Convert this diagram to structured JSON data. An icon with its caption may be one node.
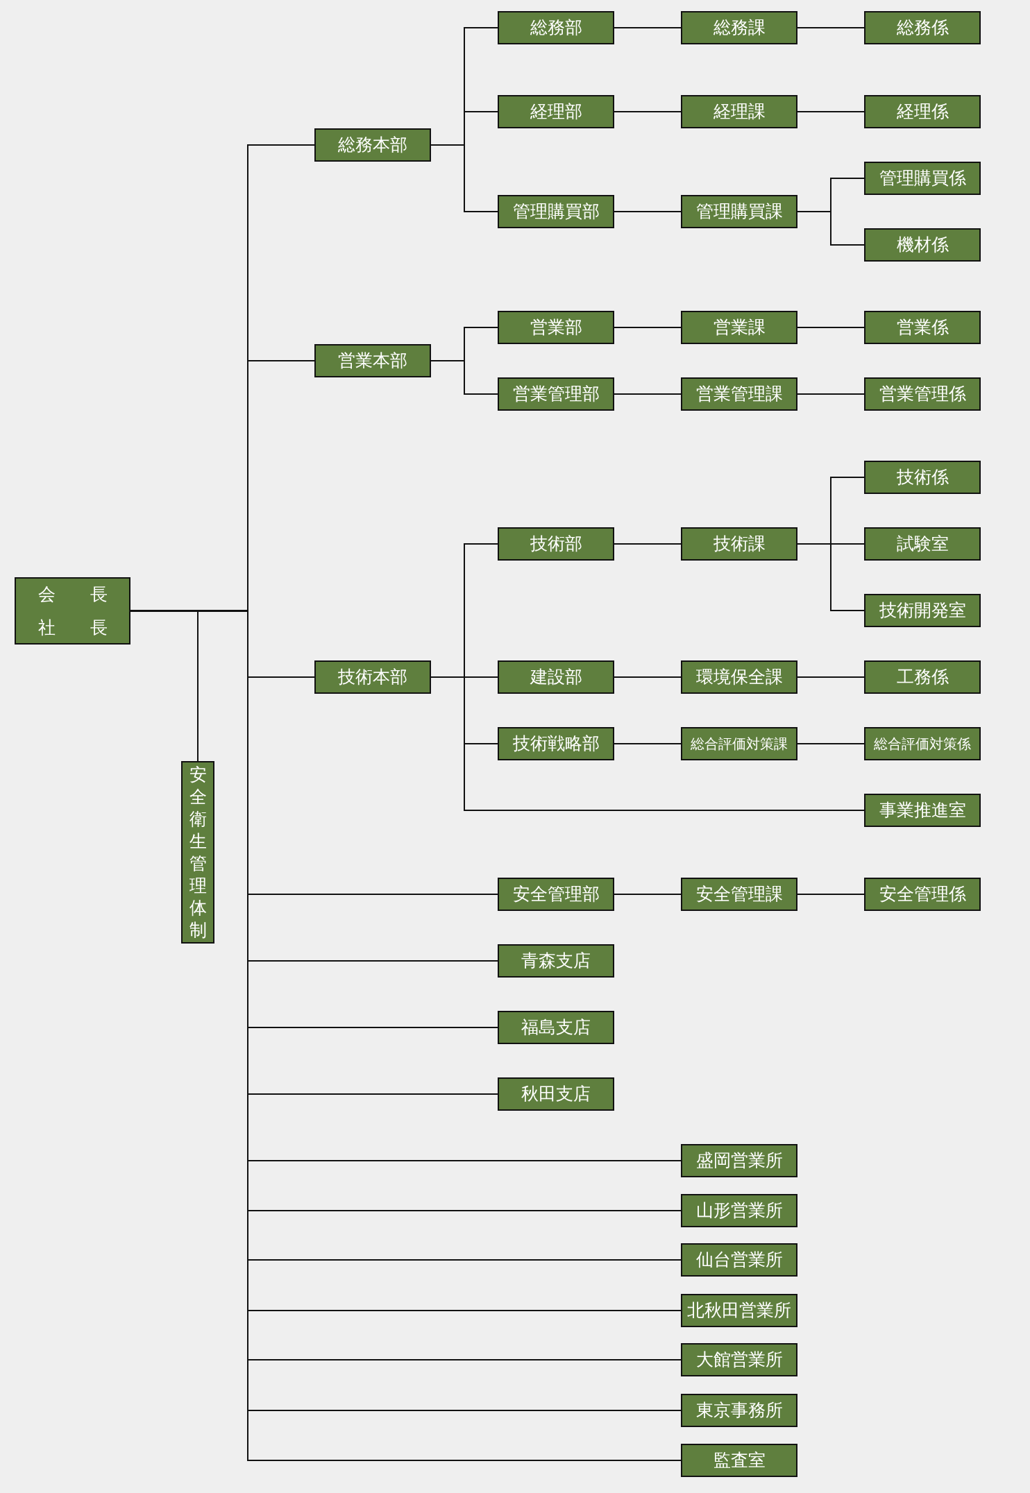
{
  "diagram": {
    "nodes": [
      {
        "text": [
          "会長",
          "社長"
        ]
      },
      {
        "text": [
          "安全衛生管理体制"
        ]
      },
      {
        "text": [
          "総務本部"
        ]
      },
      {
        "text": [
          "総務部"
        ]
      },
      {
        "text": [
          "総務課"
        ]
      },
      {
        "text": [
          "総務係"
        ]
      },
      {
        "text": [
          "経理部"
        ]
      },
      {
        "text": [
          "経理課"
        ]
      },
      {
        "text": [
          "経理係"
        ]
      },
      {
        "text": [
          "管理購買部"
        ]
      },
      {
        "text": [
          "管理購買課"
        ]
      },
      {
        "text": [
          "管理購買係"
        ]
      },
      {
        "text": [
          "機材係"
        ]
      },
      {
        "text": [
          "営業本部"
        ]
      },
      {
        "text": [
          "営業部"
        ]
      },
      {
        "text": [
          "営業課"
        ]
      },
      {
        "text": [
          "営業係"
        ]
      },
      {
        "text": [
          "営業管理部"
        ]
      },
      {
        "text": [
          "営業管理課"
        ]
      },
      {
        "text": [
          "営業管理係"
        ]
      },
      {
        "text": [
          "技術本部"
        ]
      },
      {
        "text": [
          "技術部"
        ]
      },
      {
        "text": [
          "技術課"
        ]
      },
      {
        "text": [
          "技術係"
        ]
      },
      {
        "text": [
          "試験室"
        ]
      },
      {
        "text": [
          "技術開発室"
        ]
      },
      {
        "text": [
          "建設部"
        ]
      },
      {
        "text": [
          "環境保全課"
        ]
      },
      {
        "text": [
          "工務係"
        ]
      },
      {
        "text": [
          "技術戦略部"
        ]
      },
      {
        "text": [
          "総合評価対策課"
        ]
      },
      {
        "text": [
          "総合評価対策係"
        ]
      },
      {
        "text": [
          "事業推進室"
        ]
      },
      {
        "text": [
          "安全管理部"
        ]
      },
      {
        "text": [
          "安全管理課"
        ]
      },
      {
        "text": [
          "安全管理係"
        ]
      },
      {
        "text": [
          "青森支店"
        ]
      },
      {
        "text": [
          "福島支店"
        ]
      },
      {
        "text": [
          "秋田支店"
        ]
      },
      {
        "text": [
          "盛岡営業所"
        ]
      },
      {
        "text": [
          "山形営業所"
        ]
      },
      {
        "text": [
          "仙台営業所"
        ]
      },
      {
        "text": [
          "北秋田営業所"
        ]
      },
      {
        "text": [
          "大館営業所"
        ]
      },
      {
        "text": [
          "東京事務所"
        ]
      },
      {
        "text": [
          "監査室"
        ]
      }
    ],
    "edges": [
      {
        "from": 0,
        "to": 1,
        "arrow": "none"
      },
      {
        "from": 0,
        "to": 2,
        "arrow": "none"
      },
      {
        "from": 0,
        "to": 13,
        "arrow": "none"
      },
      {
        "from": 0,
        "to": 20,
        "arrow": "none"
      },
      {
        "from": 0,
        "to": 33,
        "arrow": "none"
      },
      {
        "from": 0,
        "to": 36,
        "arrow": "none"
      },
      {
        "from": 0,
        "to": 37,
        "arrow": "none"
      },
      {
        "from": 0,
        "to": 38,
        "arrow": "none"
      },
      {
        "from": 0,
        "to": 39,
        "arrow": "none"
      },
      {
        "from": 0,
        "to": 40,
        "arrow": "none"
      },
      {
        "from": 0,
        "to": 41,
        "arrow": "none"
      },
      {
        "from": 0,
        "to": 42,
        "arrow": "none"
      },
      {
        "from": 0,
        "to": 43,
        "arrow": "none"
      },
      {
        "from": 0,
        "to": 44,
        "arrow": "none"
      },
      {
        "from": 0,
        "to": 45,
        "arrow": "none"
      },
      {
        "from": 2,
        "to": 3,
        "arrow": "none"
      },
      {
        "from": 2,
        "to": 6,
        "arrow": "none"
      },
      {
        "from": 2,
        "to": 9,
        "arrow": "none"
      },
      {
        "from": 3,
        "to": 4,
        "arrow": "none"
      },
      {
        "from": 4,
        "to": 5,
        "arrow": "none"
      },
      {
        "from": 6,
        "to": 7,
        "arrow": "none"
      },
      {
        "from": 7,
        "to": 8,
        "arrow": "none"
      },
      {
        "from": 9,
        "to": 10,
        "arrow": "none"
      },
      {
        "from": 10,
        "to": 11,
        "arrow": "none"
      },
      {
        "from": 10,
        "to": 12,
        "arrow": "none"
      },
      {
        "from": 13,
        "to": 14,
        "arrow": "none"
      },
      {
        "from": 13,
        "to": 17,
        "arrow": "none"
      },
      {
        "from": 14,
        "to": 15,
        "arrow": "none"
      },
      {
        "from": 15,
        "to": 16,
        "arrow": "none"
      },
      {
        "from": 17,
        "to": 18,
        "arrow": "none"
      },
      {
        "from": 18,
        "to": 19,
        "arrow": "none"
      },
      {
        "from": 20,
        "to": 21,
        "arrow": "none"
      },
      {
        "from": 20,
        "to": 26,
        "arrow": "none"
      },
      {
        "from": 20,
        "to": 29,
        "arrow": "none"
      },
      {
        "from": 20,
        "to": 32,
        "arrow": "none"
      },
      {
        "from": 21,
        "to": 22,
        "arrow": "none"
      },
      {
        "from": 22,
        "to": 23,
        "arrow": "none"
      },
      {
        "from": 22,
        "to": 24,
        "arrow": "none"
      },
      {
        "from": 22,
        "to": 25,
        "arrow": "none"
      },
      {
        "from": 26,
        "to": 27,
        "arrow": "none"
      },
      {
        "from": 27,
        "to": 28,
        "arrow": "none"
      },
      {
        "from": 29,
        "to": 30,
        "arrow": "none"
      },
      {
        "from": 30,
        "to": 31,
        "arrow": "none"
      },
      {
        "from": 33,
        "to": 34,
        "arrow": "none"
      },
      {
        "from": 34,
        "to": 35,
        "arrow": "none"
      }
    ]
  }
}
